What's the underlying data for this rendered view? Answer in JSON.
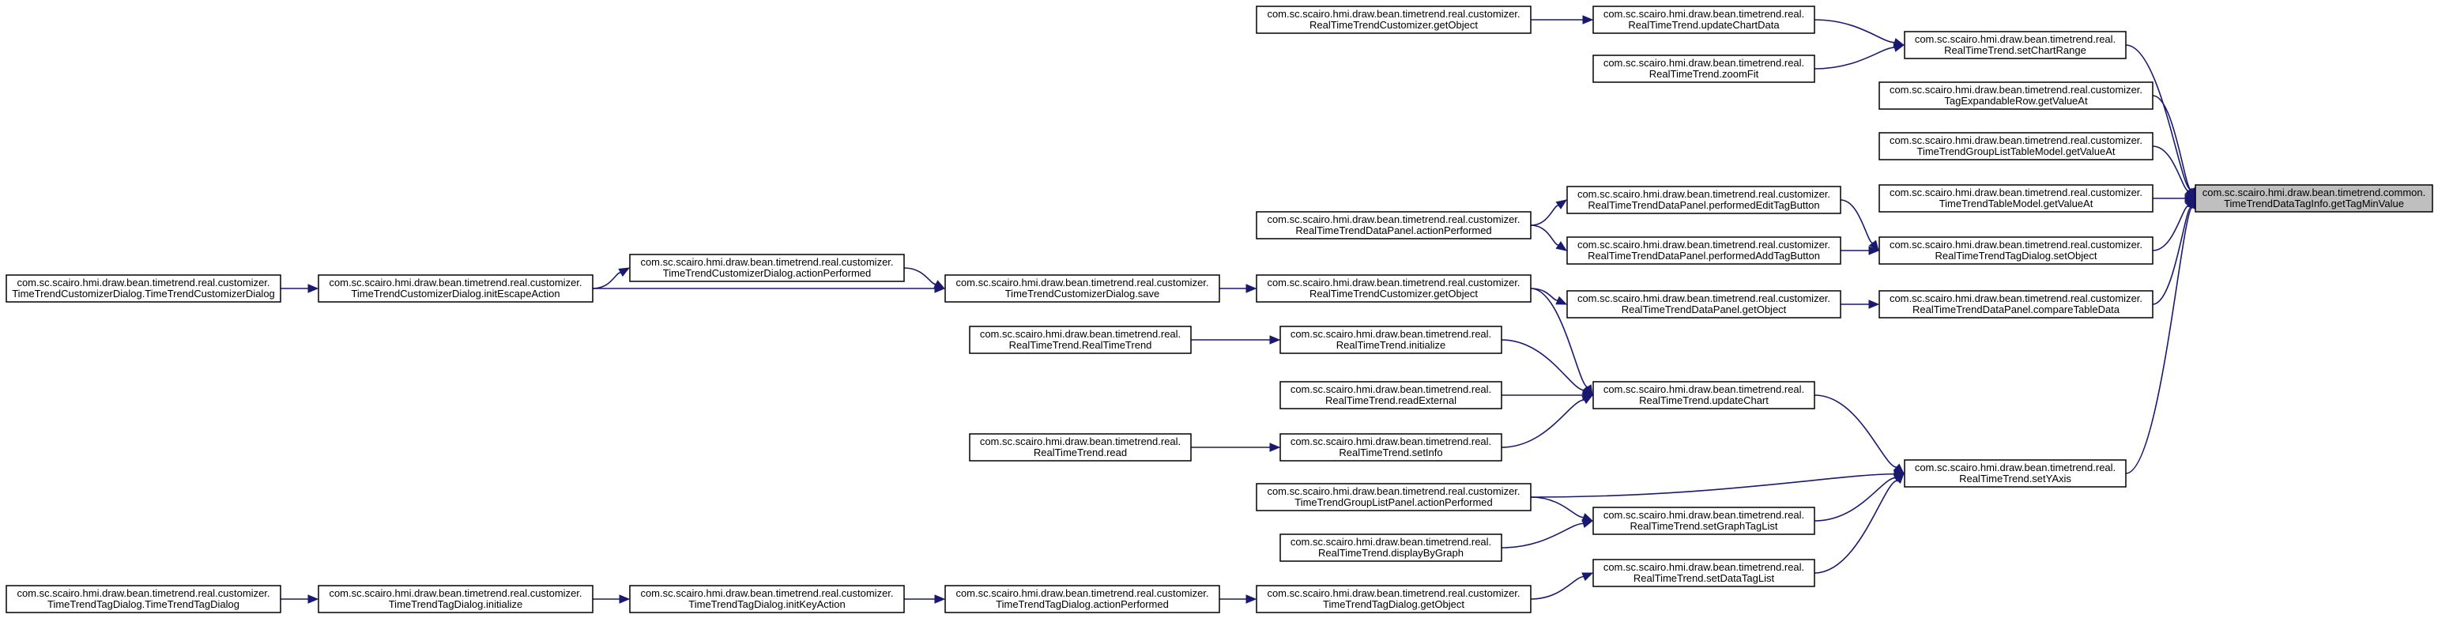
{
  "nodes": [
    {
      "id": "n1",
      "lines": [
        "com.sc.scairo.hmi.draw.bean.timetrend.real.customizer.",
        "RealTimeTrendCustomizer.getObject"
      ]
    },
    {
      "id": "n2",
      "lines": [
        "com.sc.scairo.hmi.draw.bean.timetrend.real.",
        "RealTimeTrend.updateChartData"
      ]
    },
    {
      "id": "n3",
      "lines": [
        "com.sc.scairo.hmi.draw.bean.timetrend.real.",
        "RealTimeTrend.setChartRange"
      ]
    },
    {
      "id": "n4",
      "lines": [
        "com.sc.scairo.hmi.draw.bean.timetrend.real.",
        "RealTimeTrend.zoomFit"
      ]
    },
    {
      "id": "n5",
      "lines": [
        "com.sc.scairo.hmi.draw.bean.timetrend.real.customizer.",
        "TagExpandableRow.getValueAt"
      ]
    },
    {
      "id": "n6",
      "lines": [
        "com.sc.scairo.hmi.draw.bean.timetrend.real.customizer.",
        "TimeTrendGroupListTableModel.getValueAt"
      ]
    },
    {
      "id": "n7",
      "lines": [
        "com.sc.scairo.hmi.draw.bean.timetrend.real.customizer.",
        "TimeTrendTableModel.getValueAt"
      ]
    },
    {
      "id": "n8",
      "lines": [
        "com.sc.scairo.hmi.draw.bean.timetrend.common.",
        "TimeTrendDataTagInfo.getTagMinValue"
      ]
    },
    {
      "id": "n9",
      "lines": [
        "com.sc.scairo.hmi.draw.bean.timetrend.real.customizer.",
        "RealTimeTrendDataPanel.performedEditTagButton"
      ]
    },
    {
      "id": "n10",
      "lines": [
        "com.sc.scairo.hmi.draw.bean.timetrend.real.customizer.",
        "RealTimeTrendDataPanel.actionPerformed"
      ]
    },
    {
      "id": "n11",
      "lines": [
        "com.sc.scairo.hmi.draw.bean.timetrend.real.customizer.",
        "RealTimeTrendDataPanel.performedAddTagButton"
      ]
    },
    {
      "id": "n12",
      "lines": [
        "com.sc.scairo.hmi.draw.bean.timetrend.real.customizer.",
        "RealTimeTrendTagDialog.setObject"
      ]
    },
    {
      "id": "n13",
      "lines": [
        "com.sc.scairo.hmi.draw.bean.timetrend.real.customizer.",
        "TimeTrendCustomizerDialog.actionPerformed"
      ]
    },
    {
      "id": "n14",
      "lines": [
        "com.sc.scairo.hmi.draw.bean.timetrend.real.customizer.",
        "TimeTrendCustomizerDialog.TimeTrendCustomizerDialog"
      ]
    },
    {
      "id": "n15",
      "lines": [
        "com.sc.scairo.hmi.draw.bean.timetrend.real.customizer.",
        "TimeTrendCustomizerDialog.initEscapeAction"
      ]
    },
    {
      "id": "n16",
      "lines": [
        "com.sc.scairo.hmi.draw.bean.timetrend.real.customizer.",
        "TimeTrendCustomizerDialog.save"
      ]
    },
    {
      "id": "n17",
      "lines": [
        "com.sc.scairo.hmi.draw.bean.timetrend.real.customizer.",
        "RealTimeTrendCustomizer.getObject"
      ]
    },
    {
      "id": "n18",
      "lines": [
        "com.sc.scairo.hmi.draw.bean.timetrend.real.customizer.",
        "RealTimeTrendDataPanel.getObject"
      ]
    },
    {
      "id": "n19",
      "lines": [
        "com.sc.scairo.hmi.draw.bean.timetrend.real.customizer.",
        "RealTimeTrendDataPanel.compareTableData"
      ]
    },
    {
      "id": "n20",
      "lines": [
        "com.sc.scairo.hmi.draw.bean.timetrend.real.",
        "RealTimeTrend.RealTimeTrend"
      ]
    },
    {
      "id": "n21",
      "lines": [
        "com.sc.scairo.hmi.draw.bean.timetrend.real.",
        "RealTimeTrend.initialize"
      ]
    },
    {
      "id": "n22",
      "lines": [
        "com.sc.scairo.hmi.draw.bean.timetrend.real.",
        "RealTimeTrend.readExternal"
      ]
    },
    {
      "id": "n23",
      "lines": [
        "com.sc.scairo.hmi.draw.bean.timetrend.real.",
        "RealTimeTrend.updateChart"
      ]
    },
    {
      "id": "n24",
      "lines": [
        "com.sc.scairo.hmi.draw.bean.timetrend.real.",
        "RealTimeTrend.read"
      ]
    },
    {
      "id": "n25",
      "lines": [
        "com.sc.scairo.hmi.draw.bean.timetrend.real.",
        "RealTimeTrend.setInfo"
      ]
    },
    {
      "id": "n26",
      "lines": [
        "com.sc.scairo.hmi.draw.bean.timetrend.real.",
        "RealTimeTrend.setYAxis"
      ]
    },
    {
      "id": "n27",
      "lines": [
        "com.sc.scairo.hmi.draw.bean.timetrend.real.customizer.",
        "TimeTrendGroupListPanel.actionPerformed"
      ]
    },
    {
      "id": "n28",
      "lines": [
        "com.sc.scairo.hmi.draw.bean.timetrend.real.",
        "RealTimeTrend.setGraphTagList"
      ]
    },
    {
      "id": "n29",
      "lines": [
        "com.sc.scairo.hmi.draw.bean.timetrend.real.",
        "RealTimeTrend.displayByGraph"
      ]
    },
    {
      "id": "n30",
      "lines": [
        "com.sc.scairo.hmi.draw.bean.timetrend.real.customizer.",
        "TimeTrendTagDialog.TimeTrendTagDialog"
      ]
    },
    {
      "id": "n31",
      "lines": [
        "com.sc.scairo.hmi.draw.bean.timetrend.real.customizer.",
        "TimeTrendTagDialog.initialize"
      ]
    },
    {
      "id": "n32",
      "lines": [
        "com.sc.scairo.hmi.draw.bean.timetrend.real.customizer.",
        "TimeTrendTagDialog.initKeyAction"
      ]
    },
    {
      "id": "n33",
      "lines": [
        "com.sc.scairo.hmi.draw.bean.timetrend.real.customizer.",
        "TimeTrendTagDialog.actionPerformed"
      ]
    },
    {
      "id": "n34",
      "lines": [
        "com.sc.scairo.hmi.draw.bean.timetrend.real.customizer.",
        "TimeTrendTagDialog.getObject"
      ]
    },
    {
      "id": "n35",
      "lines": [
        "com.sc.scairo.hmi.draw.bean.timetrend.real.",
        "RealTimeTrend.setDataTagList"
      ]
    }
  ],
  "edges": [
    {
      "from": "n1",
      "to": "n2"
    },
    {
      "from": "n2",
      "to": "n3"
    },
    {
      "from": "n4",
      "to": "n3"
    },
    {
      "from": "n3",
      "to": "n8"
    },
    {
      "from": "n5",
      "to": "n8"
    },
    {
      "from": "n6",
      "to": "n8"
    },
    {
      "from": "n7",
      "to": "n8"
    },
    {
      "from": "n12",
      "to": "n8"
    },
    {
      "from": "n19",
      "to": "n8"
    },
    {
      "from": "n26",
      "to": "n8"
    },
    {
      "from": "n10",
      "to": "n9"
    },
    {
      "from": "n10",
      "to": "n11"
    },
    {
      "from": "n9",
      "to": "n12"
    },
    {
      "from": "n11",
      "to": "n12"
    },
    {
      "from": "n18",
      "to": "n19"
    },
    {
      "from": "n17",
      "to": "n18"
    },
    {
      "from": "n16",
      "to": "n17"
    },
    {
      "from": "n13",
      "to": "n16"
    },
    {
      "from": "n15",
      "to": "n13"
    },
    {
      "from": "n15",
      "to": "n16"
    },
    {
      "from": "n14",
      "to": "n15"
    },
    {
      "from": "n17",
      "to": "n23"
    },
    {
      "from": "n20",
      "to": "n21"
    },
    {
      "from": "n21",
      "to": "n23"
    },
    {
      "from": "n22",
      "to": "n23"
    },
    {
      "from": "n25",
      "to": "n23"
    },
    {
      "from": "n24",
      "to": "n25"
    },
    {
      "from": "n23",
      "to": "n26"
    },
    {
      "from": "n27",
      "to": "n26"
    },
    {
      "from": "n27",
      "to": "n28"
    },
    {
      "from": "n28",
      "to": "n26"
    },
    {
      "from": "n29",
      "to": "n28"
    },
    {
      "from": "n35",
      "to": "n26"
    },
    {
      "from": "n34",
      "to": "n35"
    },
    {
      "from": "n33",
      "to": "n34"
    },
    {
      "from": "n32",
      "to": "n33"
    },
    {
      "from": "n31",
      "to": "n32"
    },
    {
      "from": "n30",
      "to": "n31"
    }
  ],
  "focus_node": "n8",
  "colors": {
    "edge": "#191970",
    "node_border": "#000000",
    "focus_fill": "#bfbfbf",
    "node_fill": "#ffffff"
  }
}
